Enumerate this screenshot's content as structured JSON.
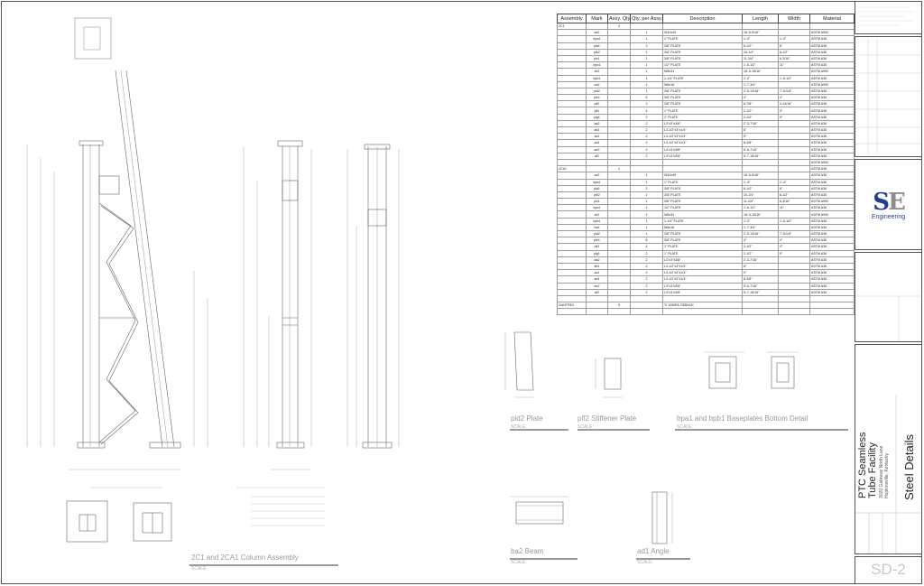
{
  "bom": {
    "headers": [
      "Assembly",
      "Mark",
      "Assy. Qty.",
      "Qty. per Assy.",
      "Description",
      "Length",
      "Width",
      "Material"
    ],
    "rows": [
      [
        "2C1",
        "",
        "3",
        "",
        "",
        "",
        "",
        ""
      ],
      [
        "",
        "ca2",
        "",
        "1",
        "W10x49",
        "16'-6-9/16\"",
        "",
        "ASTM A992"
      ],
      [
        "",
        "bpa1",
        "",
        "1",
        "1\" PLATE",
        "1'-4\"",
        "1'-4\"",
        "ASTM A36"
      ],
      [
        "",
        "pla1",
        "",
        "2",
        "3/8\" PLATE",
        "6-1/2\"",
        "6\"",
        "ASTM A36"
      ],
      [
        "",
        "plb2",
        "",
        "1",
        "3/8\" PLATE",
        "10-1/4\"",
        "6-1/2\"",
        "ASTM A36"
      ],
      [
        "",
        "plc1",
        "",
        "1",
        "3/8\" PLATE",
        "11-3/4\"",
        "6-3/16\"",
        "ASTM A36"
      ],
      [
        "",
        "bpo1",
        "",
        "1",
        "1/2\" PLATE",
        "1'-6-1/2\"",
        "11\"",
        "ASTM A36"
      ],
      [
        "",
        "cb2",
        "",
        "1",
        "W8x31",
        "18'-5-15/16\"",
        "",
        "ASTM A992"
      ],
      [
        "",
        "bpb1",
        "",
        "1",
        "1-1/4\" PLATE",
        "1'-2\"",
        "1'-8-1/2\"",
        "ASTM A36"
      ],
      [
        "",
        "ba2",
        "",
        "1",
        "W8x18",
        "1'-7-3/4\"",
        "",
        "ASTM A992"
      ],
      [
        "",
        "pld2",
        "",
        "1",
        "3/8\" PLATE",
        "2'-5-13/16\"",
        "7-11/16\"",
        "ASTM A36"
      ],
      [
        "",
        "ple1",
        "",
        "6",
        "3/8\" PLATE",
        "4\"",
        "4\"",
        "ASTM A36"
      ],
      [
        "",
        "plf2",
        "",
        "2",
        "3/8\" PLATE",
        "8-7/8\"",
        "4-13/16\"",
        "ASTM A36"
      ],
      [
        "",
        "plf1",
        "",
        "4",
        "1\" PLATE",
        "2-1/2\"",
        "4\"",
        "ASTM A36"
      ],
      [
        "",
        "plg1",
        "",
        "2",
        "1\" PLATE",
        "2-1/2\"",
        "9\"",
        "ASTM A36"
      ],
      [
        "",
        "aa2",
        "",
        "2",
        "L3\"x3\"x3/8\"",
        "2'-3-7/16\"",
        "",
        "ASTM A36"
      ],
      [
        "",
        "ab1",
        "",
        "2",
        "L3-1/2\"x3\"x1/4\"",
        "6\"",
        "",
        "ASTM A36"
      ],
      [
        "",
        "ac1",
        "",
        "2",
        "L3-1/2\"x3\"x1/4\"",
        "5\"",
        "",
        "ASTM A36"
      ],
      [
        "",
        "ad1",
        "",
        "2",
        "L3-1/2\"x3\"x1/4\"",
        "8-3/8\"",
        "",
        "ASTM A36"
      ],
      [
        "",
        "ae2",
        "",
        "2",
        "L3\"x3\"x3/8\"",
        "5'-6-7/16\"",
        "",
        "ASTM A36"
      ],
      [
        "",
        "af2",
        "",
        "2",
        "L3\"x3\"x3/8\"",
        "5'-7-15/16\"",
        "",
        "ASTM A36"
      ],
      [
        "",
        "",
        "",
        "",
        "",
        "",
        "",
        "ASTM A992"
      ],
      [
        "2CA1",
        "",
        "1",
        "",
        "",
        "",
        "",
        "ASTM A36"
      ],
      [
        "",
        "ca2",
        "",
        "1",
        "W10x49",
        "16'-6-9/16\"",
        "",
        "ASTM A36"
      ],
      [
        "",
        "bpa1",
        "",
        "1",
        "1\" PLATE",
        "1'-4\"",
        "1'-4\"",
        "ASTM A36"
      ],
      [
        "",
        "pla1",
        "",
        "2",
        "3/8\" PLATE",
        "6-1/2\"",
        "6\"",
        "ASTM A36"
      ],
      [
        "",
        "plb2",
        "",
        "1",
        "3/8\" PLATE",
        "10-1/4\"",
        "6-1/2\"",
        "ASTM A36"
      ],
      [
        "",
        "plc1",
        "",
        "1",
        "3/8\" PLATE",
        "11-3/4\"",
        "6-3/16\"",
        "ASTM A992"
      ],
      [
        "",
        "bpo1",
        "",
        "1",
        "1/2\" PLATE",
        "1'-6-1/2\"",
        "11\"",
        "ASTM A36"
      ],
      [
        "",
        "cb2",
        "",
        "1",
        "W8x31",
        "18'-5-15/16\"",
        "",
        "ASTM A992"
      ],
      [
        "",
        "bpb1",
        "",
        "1",
        "1-1/4\" PLATE",
        "1'-2\"",
        "1'-8-1/2\"",
        "ASTM A36"
      ],
      [
        "",
        "ba2",
        "",
        "1",
        "W8x18",
        "1'-7-3/4\"",
        "",
        "ASTM A36"
      ],
      [
        "",
        "pld2",
        "",
        "1",
        "3/8\" PLATE",
        "2'-5-13/16\"",
        "7-11/16\"",
        "ASTM A36"
      ],
      [
        "",
        "ple1",
        "",
        "6",
        "3/8\" PLATE",
        "4\"",
        "4\"",
        "ASTM A36"
      ],
      [
        "",
        "plf1",
        "",
        "4",
        "1\" PLATE",
        "2-1/2\"",
        "4\"",
        "ASTM A36"
      ],
      [
        "",
        "plg1",
        "",
        "2",
        "1\" PLATE",
        "2-1/2\"",
        "9\"",
        "ASTM A36"
      ],
      [
        "",
        "aa2",
        "",
        "2",
        "L3\"x3\"x3/8\"",
        "2'-3-7/16\"",
        "",
        "ASTM A36"
      ],
      [
        "",
        "ab1",
        "",
        "2",
        "L3-1/2\"x3\"x1/4\"",
        "6\"",
        "",
        "ASTM A36"
      ],
      [
        "",
        "ac1",
        "",
        "2",
        "L3-1/2\"x3\"x1/4\"",
        "5\"",
        "",
        "ASTM A36"
      ],
      [
        "",
        "ad1",
        "",
        "2",
        "L3-1/2\"x3\"x1/4\"",
        "8-3/8\"",
        "",
        "ASTM A36"
      ],
      [
        "",
        "ae2",
        "",
        "2",
        "L3\"x3\"x3/8\"",
        "5'-6-7/16\"",
        "",
        "ASTM A36"
      ],
      [
        "",
        "af2",
        "",
        "2",
        "L3\"x3\"x3/8\"",
        "5'-7-15/16\"",
        "",
        "ASTM A36"
      ],
      [
        "",
        "",
        "",
        "",
        "",
        "",
        "",
        ""
      ],
      [
        "GANTREX",
        "",
        "5",
        "",
        "TI 1050PA TIEBACK",
        "",
        "",
        ""
      ],
      [
        "",
        "",
        "",
        "",
        "",
        "",
        "",
        ""
      ]
    ]
  },
  "details": {
    "pld2": "pld2  Plate",
    "plf2": "plf2  Stiffener Plate",
    "bp": "bpa1 and bpb1 Baseplates Bottom Detail",
    "ba2": "ba2  Beam",
    "ad1": "ad1  Angle",
    "column": "2C1 and 2CA1  Column Assembly",
    "scale": "SCALE:"
  },
  "title_block": {
    "logo_s": "S",
    "logo_e": "E",
    "logo_sub": "Engineering",
    "project_line1": "PTC Seamless",
    "project_line2": "Tube Facility",
    "address1": "3020 Gateway North Lane",
    "address2": "Hopkinsville, Kentucky",
    "sheet_title": "Steel Details",
    "sheet_number": "SD-2"
  },
  "colors": {
    "logo_blue": "#1f3f8f",
    "logo_grey": "#8a8a8a",
    "line": "#555555"
  }
}
